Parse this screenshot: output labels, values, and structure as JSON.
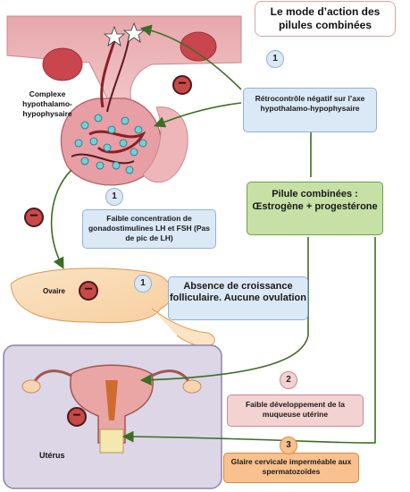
{
  "title": "Le mode d’action des pilules combinées",
  "labels": {
    "hypothalamus": "Complexe hypothalamo-hypophysaire",
    "ovary": "Ovaire",
    "uterus": "Utérus"
  },
  "boxes": {
    "retrocontrol": "Rétrocontrôle négatif sur l’axe hypothalamo-hypophysaire",
    "pill": "Pilule combinées : Œstrogène + progestérone",
    "gonadotropins": "Faible concentration de gonadostimulines LH et FSH (Pas de pic de LH)",
    "follicular": "Absence de croissance folliculaire. Aucune ovulation",
    "endometrium": "Faible développement de la muqueuse utérine",
    "mucus": "Glaire cervicale imperméable aux spermatozoïdes"
  },
  "badges": {
    "retro": "1",
    "gonado": "1",
    "follicular": "1",
    "endometrium": "2",
    "mucus": "3"
  },
  "inhibitions": {
    "hypothalamus": "−",
    "pituitary": "−",
    "ovary": "−",
    "uterus": "−"
  },
  "colors": {
    "pink_box": "#f3d2d2",
    "blue_box": "#dbe8f6",
    "green_box": "#c6e0a6",
    "orange_box": "#f9c18e",
    "arrow": "#3b6e22",
    "uterus_panel": "#dcd6e6"
  }
}
